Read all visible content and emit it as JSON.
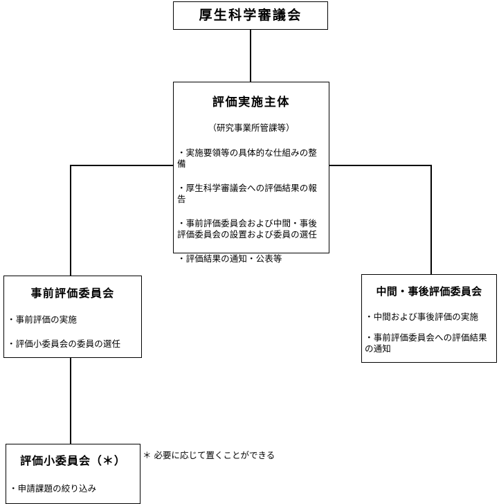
{
  "diagram": {
    "title_text": "厚生科学審議会",
    "footnote": "＊ 必要に応じて置くことができる",
    "colors": {
      "background": "#ffffff",
      "stroke": "#000000",
      "text": "#000000"
    }
  },
  "council": {
    "title": "厚生科学審議会"
  },
  "implementer": {
    "title": "評価実施主体",
    "subtitle": "（研究事業所管課等）",
    "bullets": [
      "・実施要領等の具体的な仕組みの整備",
      "・厚生科学審議会への評価結果の報告",
      "・事前評価委員会および中間・事後評価委員会の設置および委員の選任",
      "・評価結果の通知・公表等"
    ]
  },
  "prior_committee": {
    "title": "事前評価委員会",
    "bullets": [
      "・事前評価の実施",
      "・評価小委員会の委員の選任"
    ]
  },
  "interim_committee": {
    "title": "中間・事後評価委員会",
    "bullets": [
      "・中間および事後評価の実施",
      "・事前評価委員会への評価結果の通知"
    ]
  },
  "subcommittee": {
    "title": "評価小委員会（＊）",
    "bullets": [
      "・申請課題の絞り込み"
    ]
  }
}
